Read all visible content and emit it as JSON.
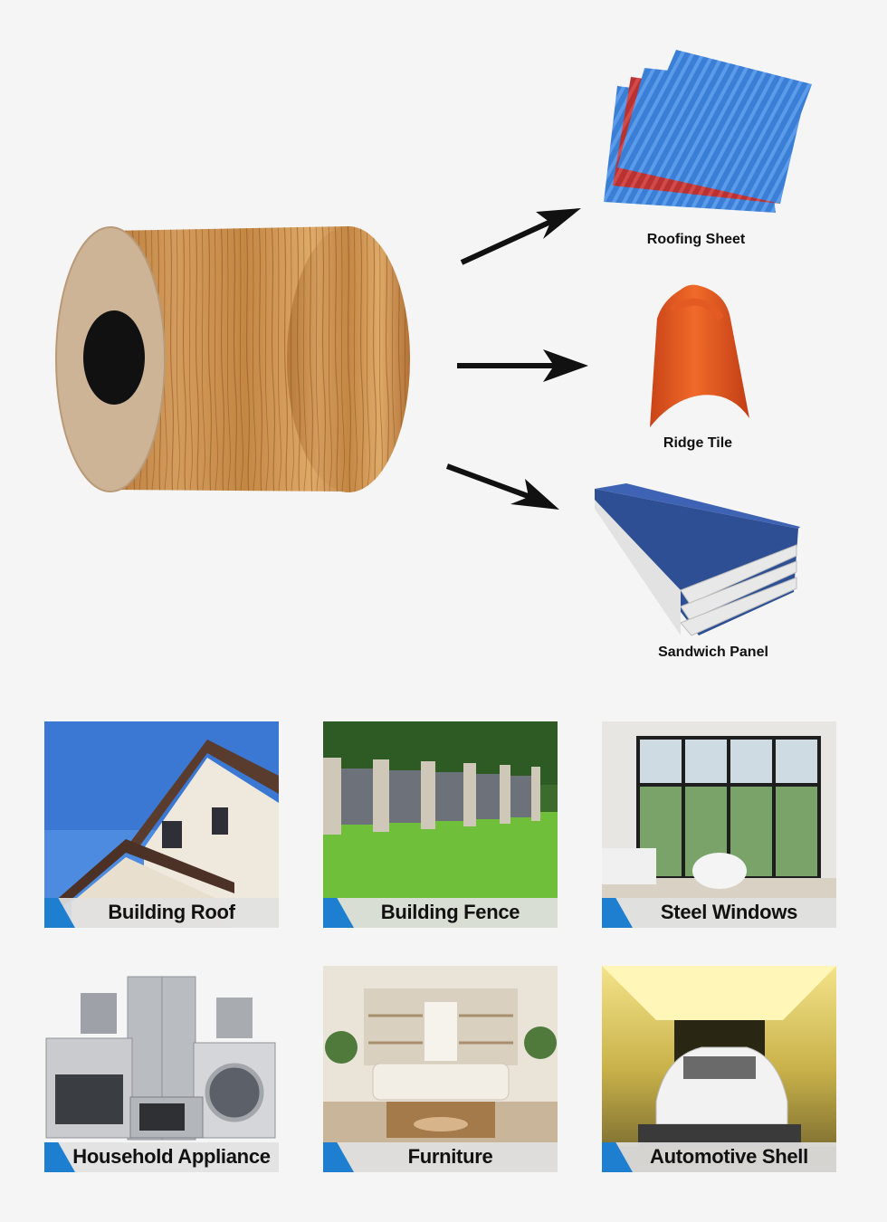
{
  "diagram": {
    "source_item": "wood-grain-coil",
    "products": [
      {
        "label": "Roofing Sheet",
        "icon": "roofing-sheet-icon"
      },
      {
        "label": "Ridge Tile",
        "icon": "ridge-tile-icon"
      },
      {
        "label": "Sandwich Panel",
        "icon": "sandwich-panel-icon"
      }
    ]
  },
  "applications": [
    {
      "label": "Building Roof"
    },
    {
      "label": "Building Fence"
    },
    {
      "label": "Steel Windows"
    },
    {
      "label": "Household Appliance"
    },
    {
      "label": "Furniture"
    },
    {
      "label": "Automotive Shell"
    }
  ],
  "colors": {
    "accent": "#1e7fd0",
    "caption_bg": "#e1e1e1",
    "page_bg": "#f5f5f5"
  }
}
